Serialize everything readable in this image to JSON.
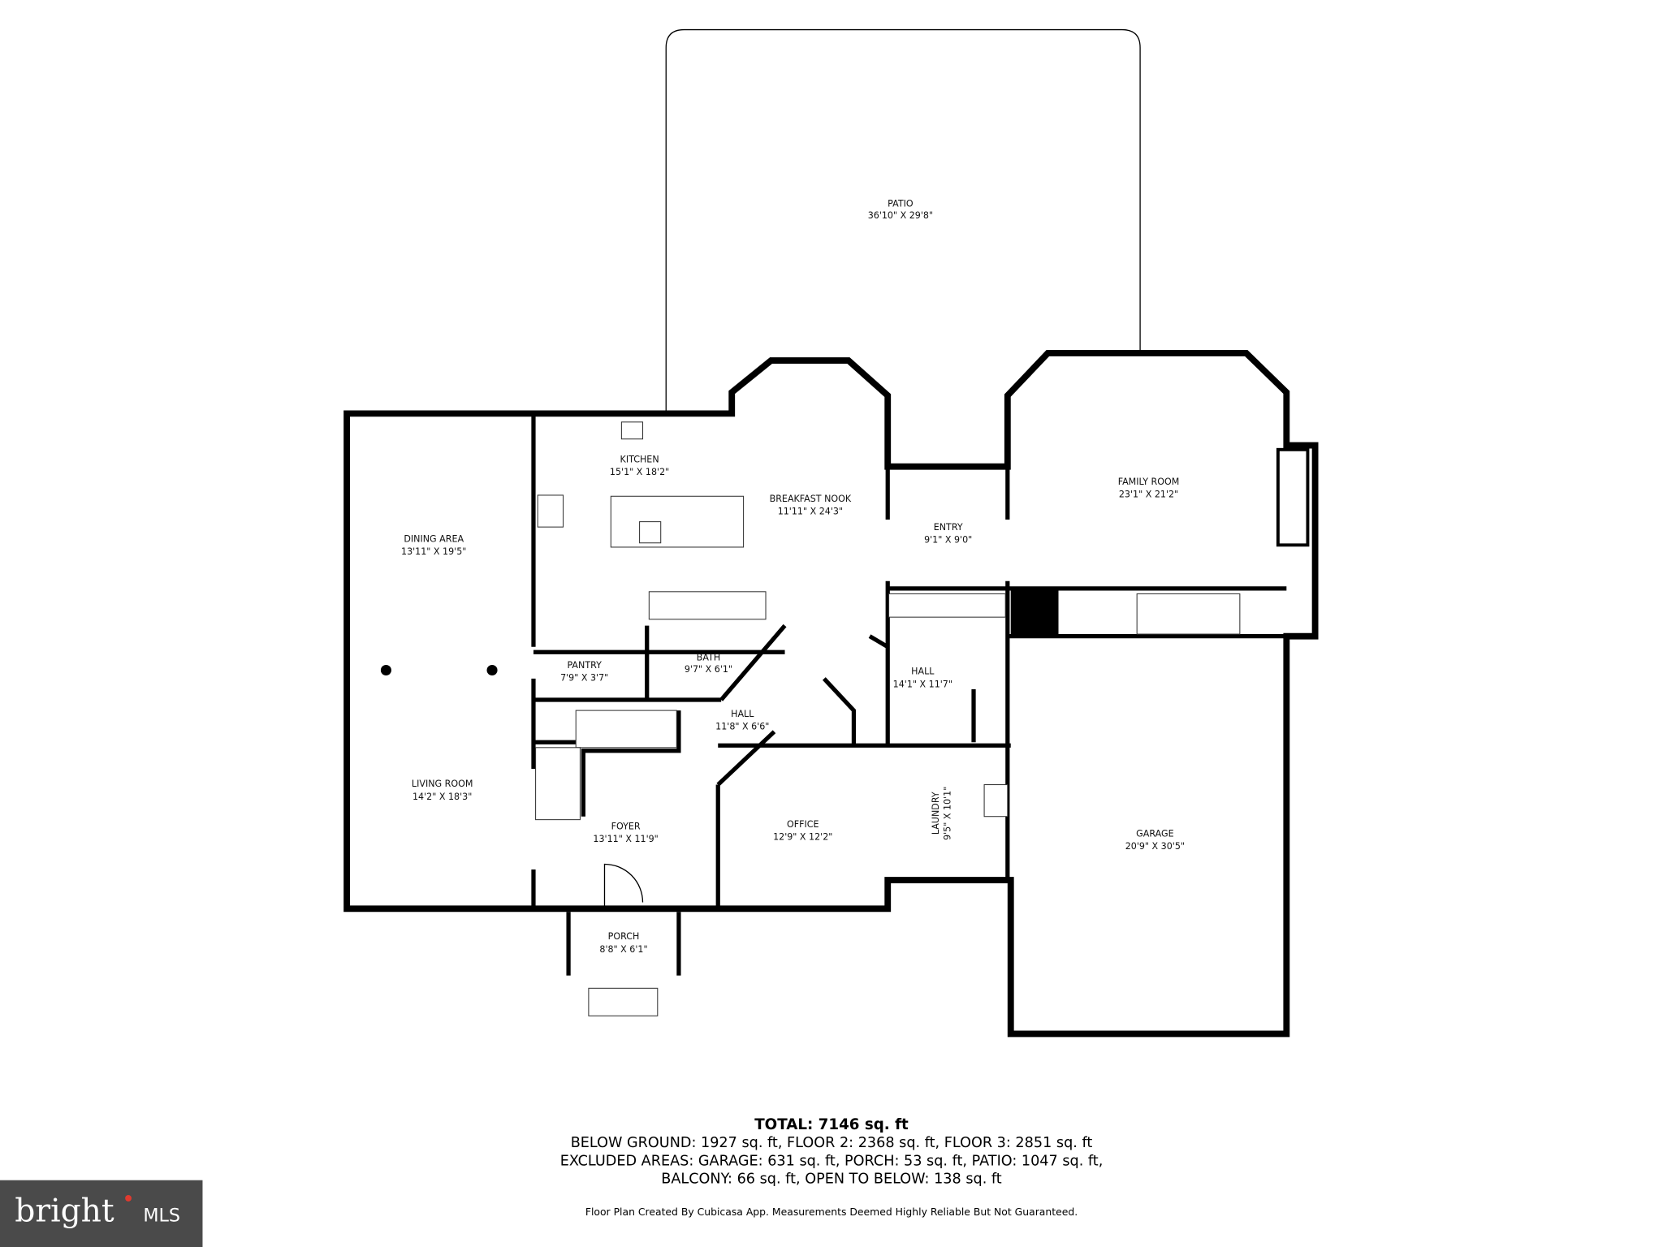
{
  "rooms": {
    "patio": {
      "name": "PATIO",
      "dim": "36'10\" X 29'8\""
    },
    "kitchen": {
      "name": "KITCHEN",
      "dim": "15'1\" X 18'2\""
    },
    "breakfast_nook": {
      "name": "BREAKFAST NOOK",
      "dim": "11'11\" X 24'3\""
    },
    "entry": {
      "name": "ENTRY",
      "dim": "9'1\" X 9'0\""
    },
    "family_room": {
      "name": "FAMILY ROOM",
      "dim": "23'1\" X 21'2\""
    },
    "dining_area": {
      "name": "DINING AREA",
      "dim": "13'11\" X 19'5\""
    },
    "pantry": {
      "name": "PANTRY",
      "dim": "7'9\" X 3'7\""
    },
    "bath": {
      "name": "BATH",
      "dim": "9'7\" X 6'1\""
    },
    "hall_1": {
      "name": "HALL",
      "dim": "14'1\" X 11'7\""
    },
    "hall_2": {
      "name": "HALL",
      "dim": "11'8\" X 6'6\""
    },
    "living_room": {
      "name": "LIVING ROOM",
      "dim": "14'2\" X 18'3\""
    },
    "foyer": {
      "name": "FOYER",
      "dim": "13'11\" X 11'9\""
    },
    "office": {
      "name": "OFFICE",
      "dim": "12'9\" X 12'2\""
    },
    "laundry": {
      "name": "LAUNDRY",
      "dim": "9'5\" X 10'1\""
    },
    "garage": {
      "name": "GARAGE",
      "dim": "20'9\" X 30'5\""
    },
    "porch": {
      "name": "PORCH",
      "dim": "8'8\" X 6'1\""
    }
  },
  "summary": {
    "total": "TOTAL: 7146 sq. ft",
    "line1": "BELOW GROUND: 1927 sq. ft, FLOOR 2: 2368 sq. ft, FLOOR 3: 2851 sq. ft",
    "line2": "EXCLUDED AREAS: GARAGE: 631 sq. ft, PORCH: 53 sq. ft, PATIO: 1047 sq. ft,",
    "line3": "BALCONY: 66 sq. ft, OPEN TO BELOW: 138 sq. ft",
    "footer": "Floor Plan Created By Cubicasa App. Measurements Deemed Highly Reliable But Not Guaranteed."
  },
  "logo": {
    "text": "bright MLS",
    "background": "#4a4a4a"
  }
}
